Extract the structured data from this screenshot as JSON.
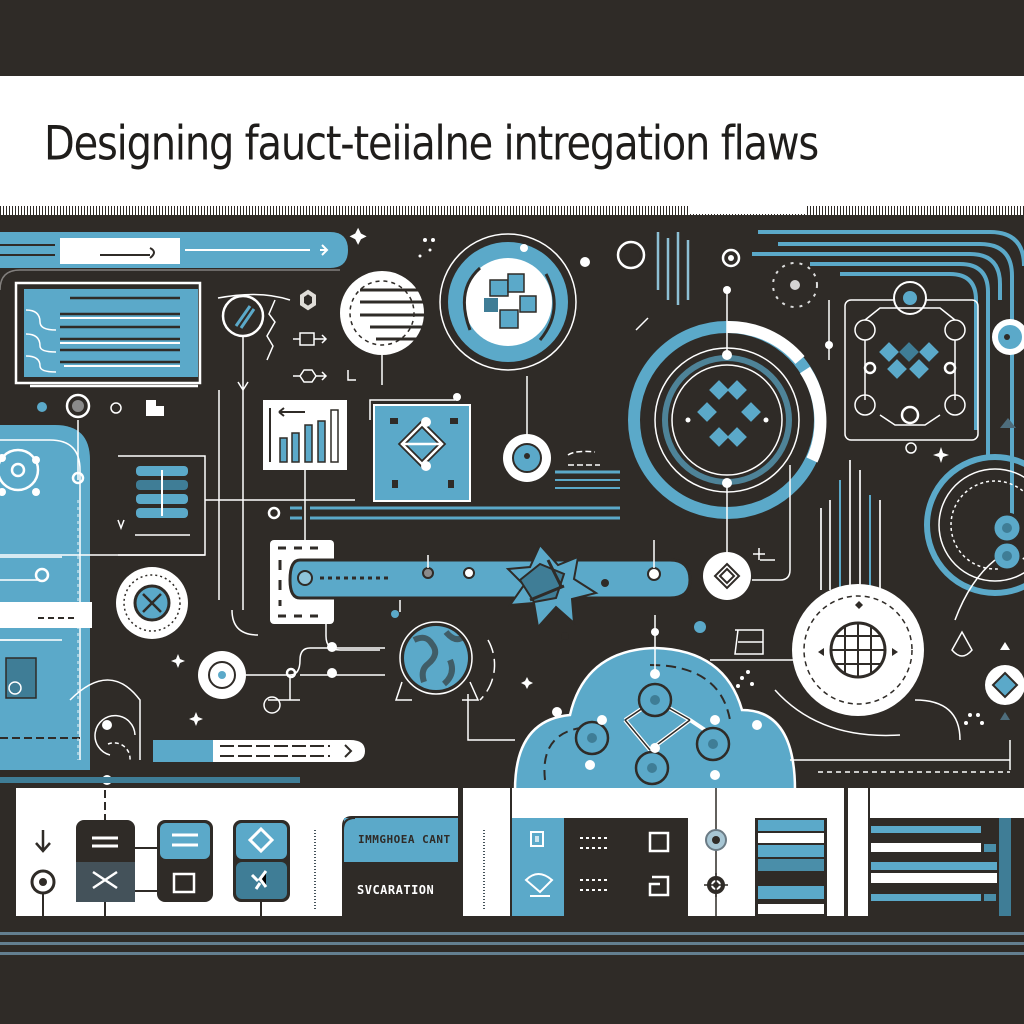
{
  "header": {
    "title": "Designing fauct-teiialne intregation flaws"
  },
  "colors": {
    "background": "#2f2b27",
    "accent_blue": "#5ba9c9",
    "accent_blue_dark": "#3f7d96",
    "light": "#ffffff",
    "title_text": "#1f1d1b"
  },
  "illustration": {
    "icons": [
      "progress-bar-icon",
      "document-list-icon",
      "link-icon",
      "gear-icon",
      "flow-step-icon",
      "hub-cycle-icon",
      "cube-cluster-icon",
      "network-diamond-icon",
      "bar-chart-icon",
      "target-ring-icon",
      "network-node-icon",
      "globe-icon",
      "puzzle-burst-icon",
      "cloud-network-icon",
      "globe-grid-icon",
      "diamond-badge-icon",
      "chain-link-icon",
      "server-stack-icon",
      "sparkle-icon"
    ]
  },
  "bottom_panel": {
    "card_primary_label": "IMMGHOEA CANT",
    "card_secondary_label": "SVCARATION",
    "icons": [
      "arrow-down-icon",
      "target-icon",
      "menu-icon",
      "close-icon",
      "equals-icon",
      "square-icon",
      "diamond-icon",
      "network-icon",
      "image-icon",
      "wifi-icon",
      "checkbox-icon",
      "settings-icon",
      "sun-icon"
    ]
  }
}
